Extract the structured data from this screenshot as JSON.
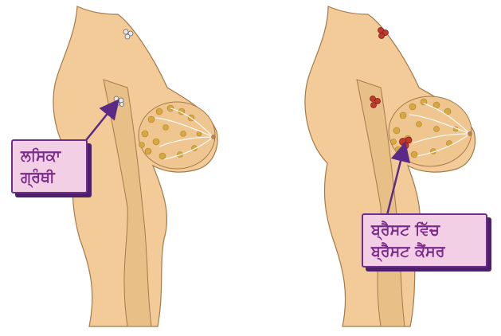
{
  "labels": {
    "left_line1": "ਲਸਿਕਾ",
    "left_line2": "ਗ੍ਰੰਥੀ",
    "right_line1": "ਬ੍ਰੈਸਟ ਵਿੱਚ",
    "right_line2": "ਬ੍ਰੈਸਟ ਕੈਂਸਰ"
  },
  "colors": {
    "skin": "#f2cb98",
    "skin_outline": "#a57a4a",
    "lobule": "#d8a83e",
    "node_normal": "#e8e8e8",
    "node_cancer": "#c0392b",
    "label_fill": "#f3cfe6",
    "label_border": "#6c2f8c",
    "label_text": "#7b2b8b",
    "arrow": "#5b2a86"
  }
}
